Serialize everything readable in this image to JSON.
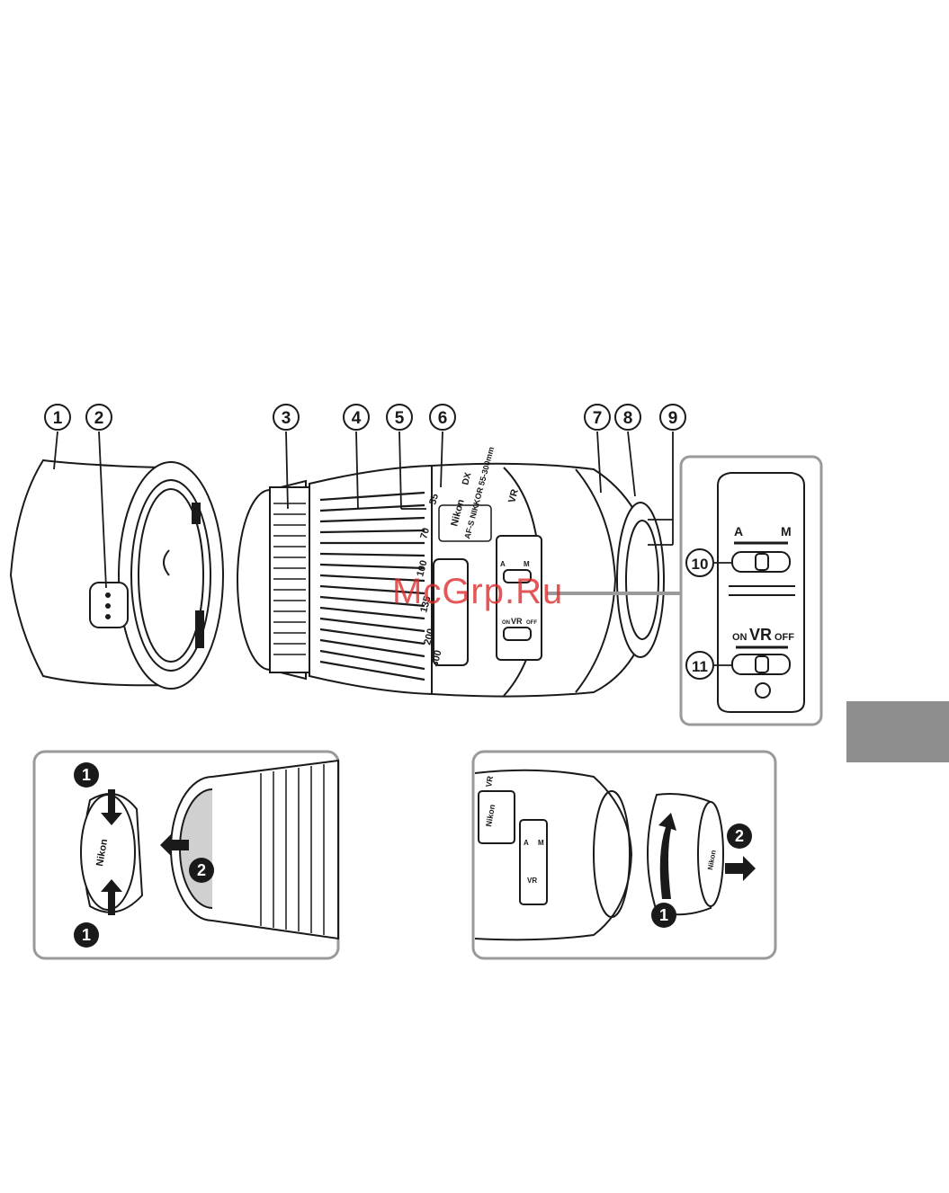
{
  "callouts": [
    "1",
    "2",
    "3",
    "4",
    "5",
    "6",
    "7",
    "8",
    "9",
    "10",
    "11"
  ],
  "lens_markings": {
    "brand": "Nikon",
    "model": "AF-S NIKKOR 55-300mm",
    "format": "DX",
    "vr_badge": "VR",
    "zoom_scale": [
      "55",
      "70",
      "100",
      "135",
      "200",
      "300"
    ]
  },
  "focus_switch": {
    "label_a": "A",
    "label_m": "M"
  },
  "vr_switch": {
    "label_on": "ON",
    "label_vr": "VR",
    "label_off": "OFF"
  },
  "front_cap_steps": {
    "step1_top": "1",
    "step1_bottom": "1",
    "step2": "2"
  },
  "rear_cap_steps": {
    "step1": "1",
    "step2": "2"
  },
  "cap_brand": "Nikon",
  "watermark": "McGrp.Ru",
  "colors": {
    "line": "#1a1a1a",
    "panel_border": "#9a9a9a",
    "tab": "#8e8e8e",
    "watermark": "#dc2828"
  }
}
